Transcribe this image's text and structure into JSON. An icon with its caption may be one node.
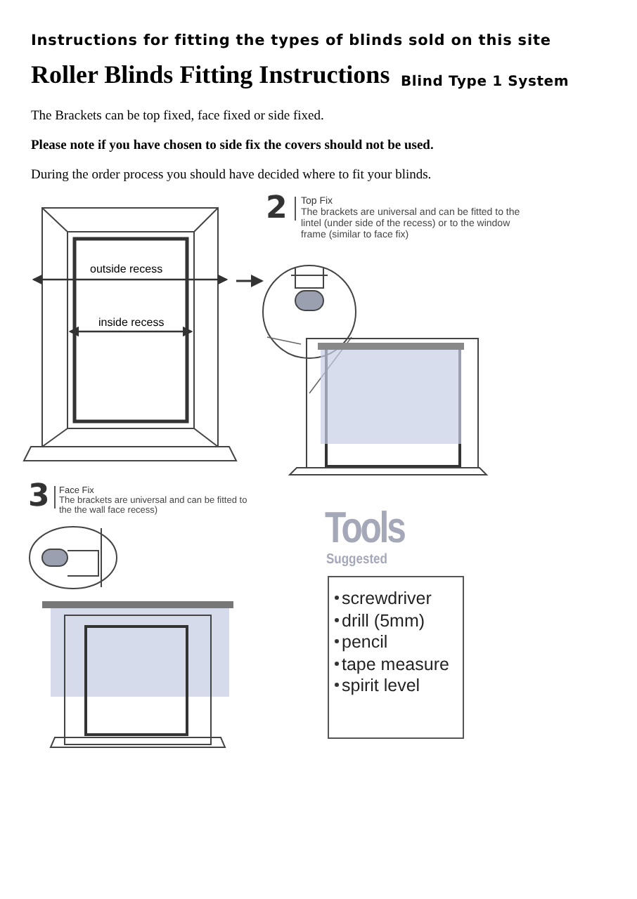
{
  "diagram": {
    "title": "Roller Blinds Fitting Instructions",
    "nodes": [
      {
        "text": [
          "screwdriver",
          "drill (5mm)",
          "pencil",
          "tape measure",
          "spirit level"
        ],
        "beside": [
          "Tools",
          "Suggested"
        ]
      }
    ],
    "labels": [
      "Instructions for fitting the types of blinds sold on this site",
      "Blind Type 1 System",
      "The Brackets can be top fixed, face fixed or side fixed.",
      "Please note if you have chosen to side fix the covers should not be used.",
      "During the order process you should have decided where to fit your blinds.",
      "outside recess",
      "inside recess",
      "2",
      "Top Fix",
      "The brackets are universal and can be fitted to the lintel (under side of the recess) or to the window frame (similar to face fix)",
      "3",
      "Face Fix",
      "The brackets are universal and can be fitted to the the wall face recess)"
    ]
  }
}
